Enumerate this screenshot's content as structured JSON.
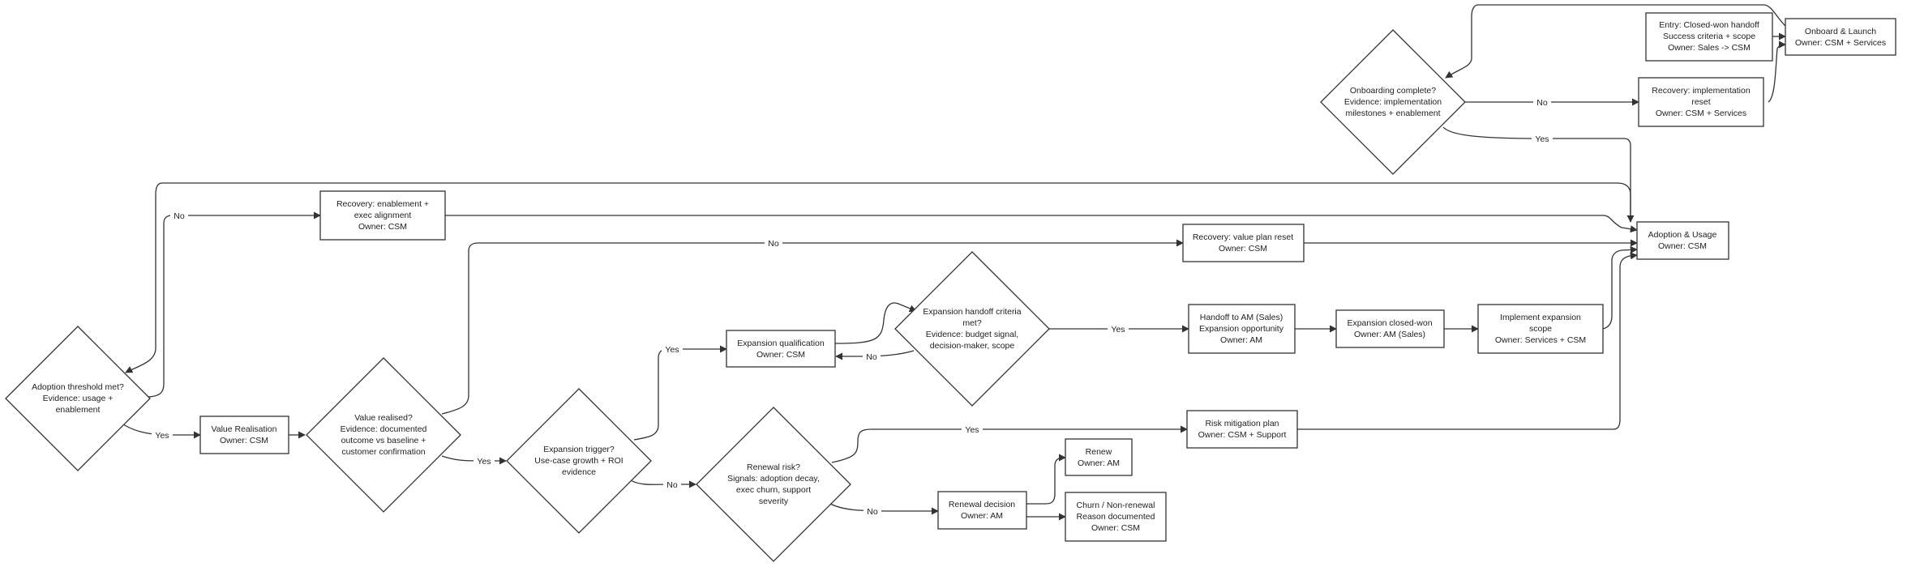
{
  "colors": {
    "stroke": "#333333",
    "fill": "#ffffff",
    "text": "#222222",
    "background": "#ffffff"
  },
  "nodes": {
    "entry": [
      "Entry: Closed-won handoff",
      "Success criteria + scope",
      "Owner: Sales -> CSM"
    ],
    "onboard": [
      "Onboard & Launch",
      "Owner: CSM + Services"
    ],
    "recovery_impl": [
      "Recovery: implementation",
      "reset",
      "Owner: CSM + Services"
    ],
    "onboarding_complete": [
      "Onboarding complete?",
      "Evidence: implementation",
      "milestones + enablement"
    ],
    "adoption_usage": [
      "Adoption & Usage",
      "Owner: CSM"
    ],
    "recovery_enable": [
      "Recovery: enablement +",
      "exec alignment",
      "Owner: CSM"
    ],
    "recovery_value": [
      "Recovery: value plan reset",
      "Owner: CSM"
    ],
    "expansion_handoff_criteria": [
      "Expansion handoff criteria",
      "met?",
      "Evidence: budget signal,",
      "decision-maker, scope"
    ],
    "expansion_qual": [
      "Expansion qualification",
      "Owner: CSM"
    ],
    "handoff_am": [
      "Handoff to AM (Sales)",
      "Expansion opportunity",
      "Owner: AM"
    ],
    "expansion_won": [
      "Expansion closed-won",
      "Owner: AM (Sales)"
    ],
    "implement_expansion": [
      "Implement expansion",
      "scope",
      "Owner: Services + CSM"
    ],
    "adoption_threshold": [
      "Adoption threshold met?",
      "Evidence: usage +",
      "enablement"
    ],
    "value_realisation": [
      "Value Realisation",
      "Owner: CSM"
    ],
    "value_realised": [
      "Value realised?",
      "Evidence: documented",
      "outcome vs baseline +",
      "customer confirmation"
    ],
    "expansion_trigger": [
      "Expansion trigger?",
      "Use-case growth + ROI",
      "evidence"
    ],
    "renewal_risk": [
      "Renewal risk?",
      "Signals: adoption decay,",
      "exec churn, support",
      "severity"
    ],
    "risk_mitigation": [
      "Risk mitigation plan",
      "Owner: CSM + Support"
    ],
    "renewal_decision": [
      "Renewal decision",
      "Owner: AM"
    ],
    "renew": [
      "Renew",
      "Owner: AM"
    ],
    "churn": [
      "Churn / Non-renewal",
      "Reason documented",
      "Owner: CSM"
    ]
  },
  "edge_labels": {
    "no": "No",
    "yes": "Yes"
  }
}
